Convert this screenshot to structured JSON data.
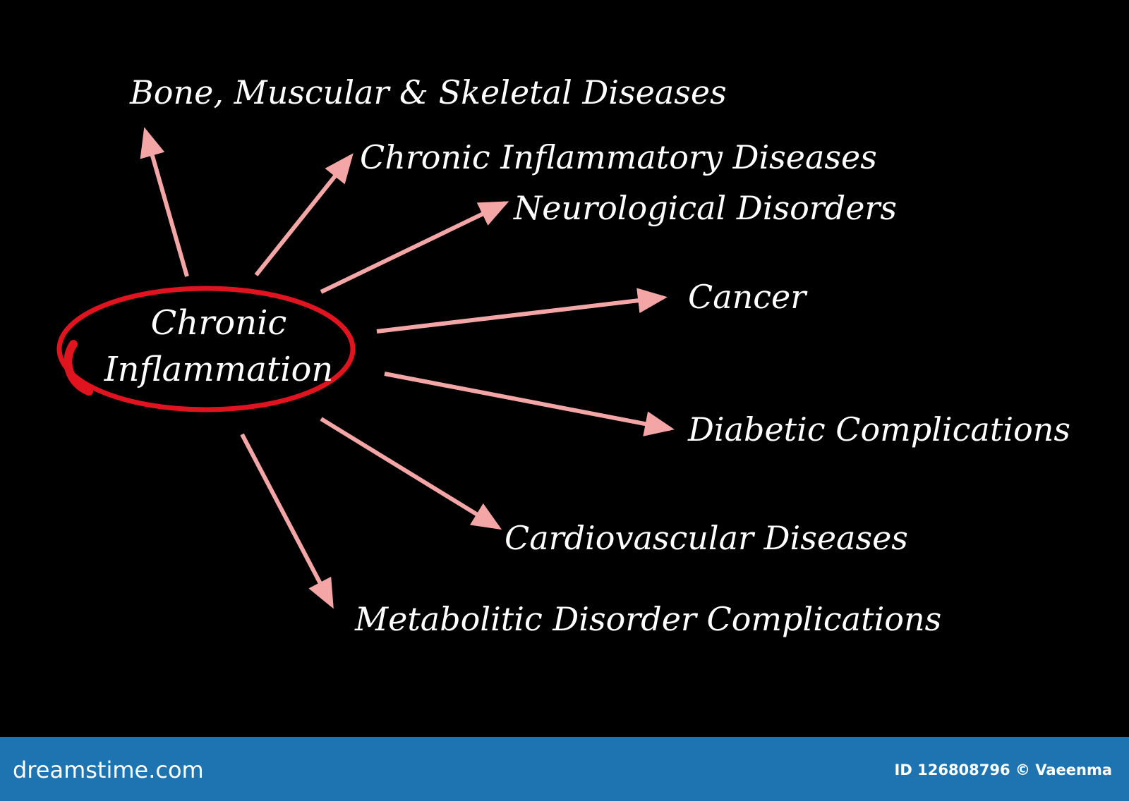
{
  "diagram": {
    "center": {
      "line1": "Chronic",
      "line2": "Inflammation"
    },
    "outcomes": [
      "Bone, Muscular & Skeletal Diseases",
      "Chronic Inflammatory Diseases",
      "Neurological Disorders",
      "Cancer",
      "Diabetic Complications",
      "Cardiovascular Diseases",
      "Metabolitic Disorder Complications"
    ]
  },
  "footer": {
    "brand": "dreamstime.com",
    "credit": "ID 126808796 © Vaeenma"
  },
  "colors": {
    "background": "#000000",
    "arrow": "#f4a6a6",
    "ellipse": "#e0141e",
    "footer": "#1e74b1"
  }
}
